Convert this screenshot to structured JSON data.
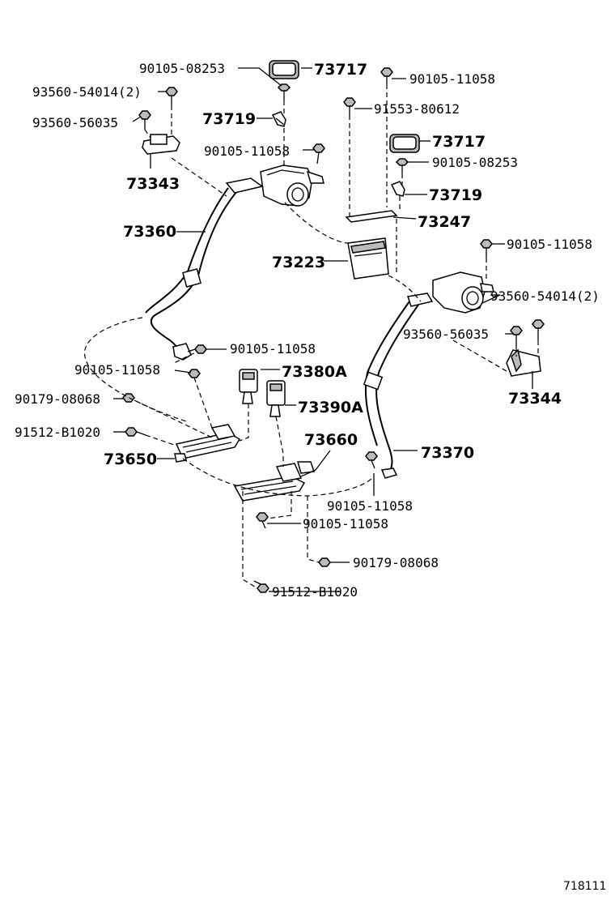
{
  "labels": {
    "p_90105_08253_top": "90105-08253",
    "p_73717_top": "73717",
    "p_90105_11058_top": "90105-11058",
    "p_93560_54014_left": "93560-54014(2)",
    "p_93560_56035_left": "93560-56035",
    "p_73719_left": "73719",
    "p_91553_80612": "91553-80612",
    "p_90105_11058_upper": "90105-11058",
    "p_73717_right": "73717",
    "p_90105_08253_right": "90105-08253",
    "p_73343": "73343",
    "p_73719_right": "73719",
    "p_73247": "73247",
    "p_73360": "73360",
    "p_90105_11058_right": "90105-11058",
    "p_73223": "73223",
    "p_93560_54014_right": "93560-54014(2)",
    "p_93560_56035_right": "93560-56035",
    "p_90105_11058_mid": "90105-11058",
    "p_73344": "73344",
    "p_90105_11058_left": "90105-11058",
    "p_73380A": "73380A",
    "p_90179_08068_left": "90179-08068",
    "p_73390A": "73390A",
    "p_91512_B1020_left": "91512-B1020",
    "p_73660": "73660",
    "p_73370": "73370",
    "p_73650": "73650",
    "p_90105_11058_lower": "90105-11058",
    "p_90105_11058_bottom": "90105-11058",
    "p_90179_08068_bottom": "90179-08068",
    "p_91512_B1020_bottom": "91512-B1020",
    "diagram_code": "718111"
  }
}
